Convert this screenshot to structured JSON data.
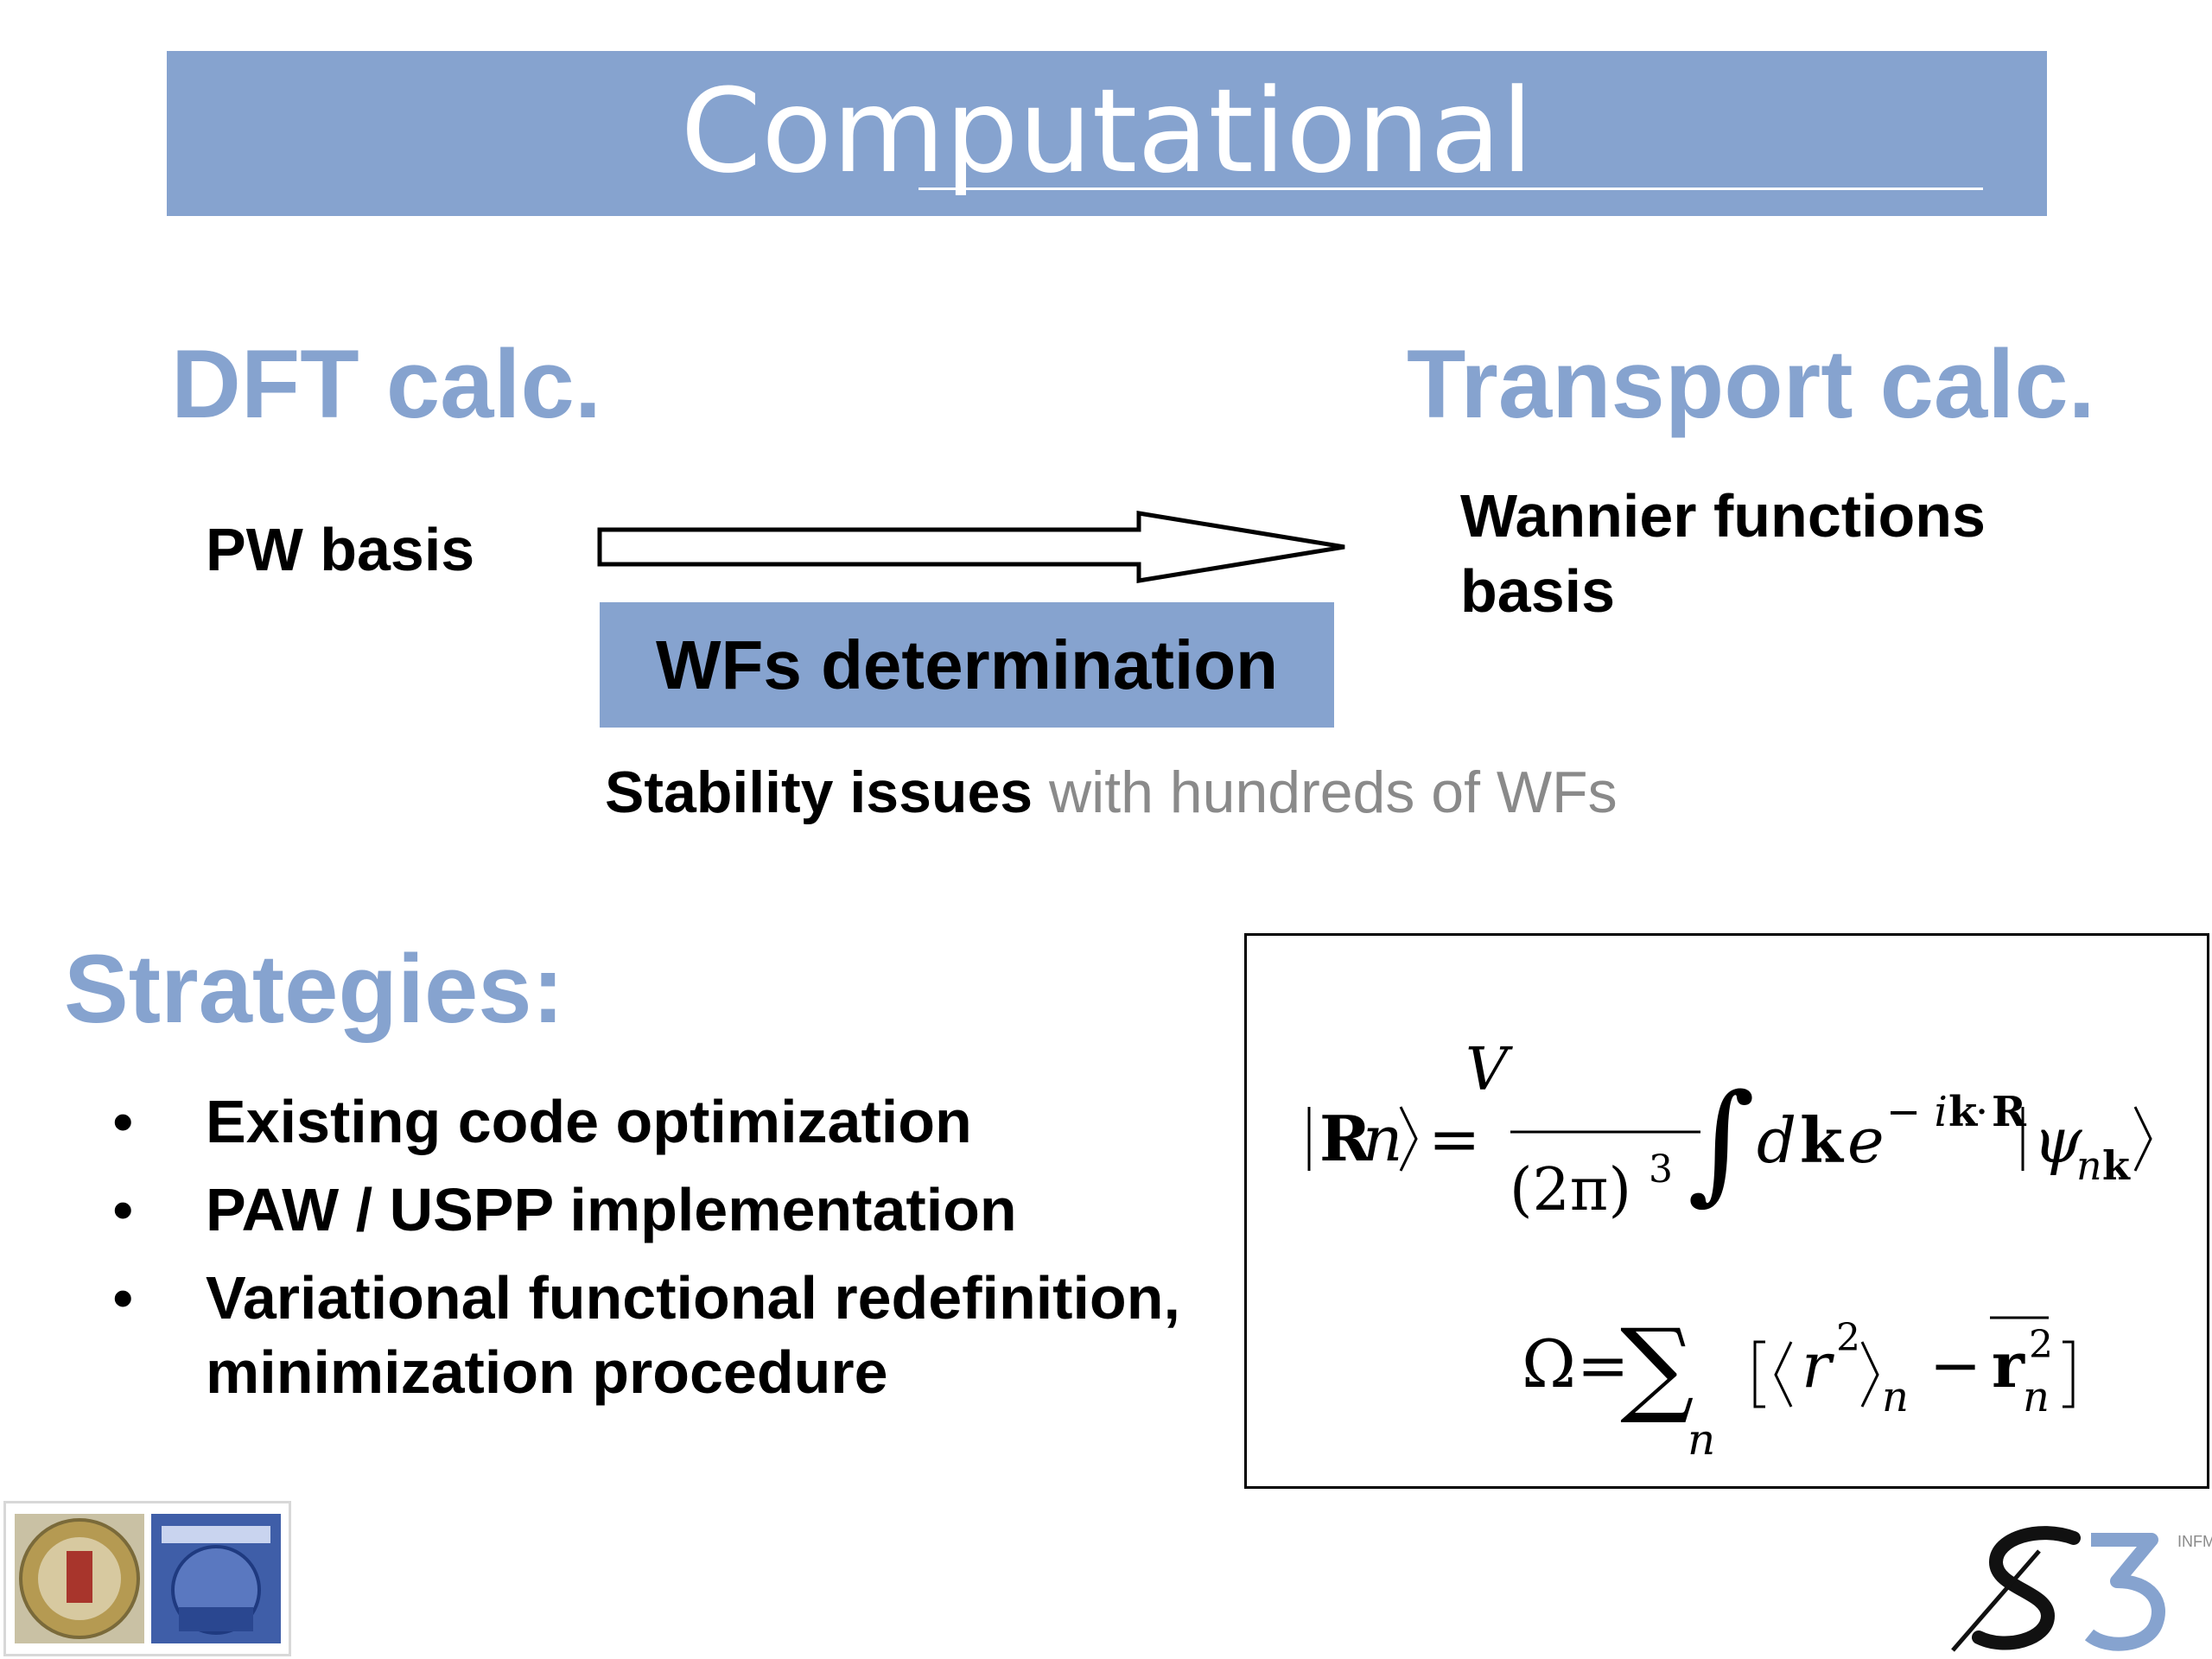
{
  "title": "Computational",
  "left_heading": "DFT calc.",
  "right_heading": "Transport calc.",
  "left_label": "PW basis",
  "right_label_line1": "Wannier functions",
  "right_label_line2": "basis",
  "process_box": "WFs determination",
  "issue_bold": "Stability issues",
  "issue_rest": " with hundreds of WFs",
  "strategies_heading": "Strategies:",
  "strategies": [
    {
      "bullet": "•",
      "text": "Existing code optimization"
    },
    {
      "bullet": "•",
      "text": "PAW / USPP implementation"
    },
    {
      "bullet": "•",
      "text": "Variational functional redefinition, minimization procedure"
    }
  ],
  "formula1": {
    "lhs_R": "R",
    "lhs_n": "n",
    "eq": "=",
    "numerator": "V",
    "denominator": "(2π)",
    "den_exp": "3",
    "integral": "∫",
    "d": "d",
    "k": "k",
    "e": "e",
    "exp_minus_i": "− i",
    "exp_k": "k",
    "exp_dot": "·",
    "exp_R": "R",
    "psi": "ψ",
    "psi_sub_n": "n",
    "psi_sub_k": "k"
  },
  "formula2": {
    "omega": "Ω",
    "eq": "=",
    "sum": "∑",
    "sum_sub": "n",
    "r": "r",
    "r_exp": "2",
    "sub_n": "n",
    "minus": "−",
    "bold_r": "r",
    "bold_r_exp": "2",
    "bold_r_sub": "n"
  },
  "logo_right_text": "S3",
  "logo_right_small": "INFM"
}
